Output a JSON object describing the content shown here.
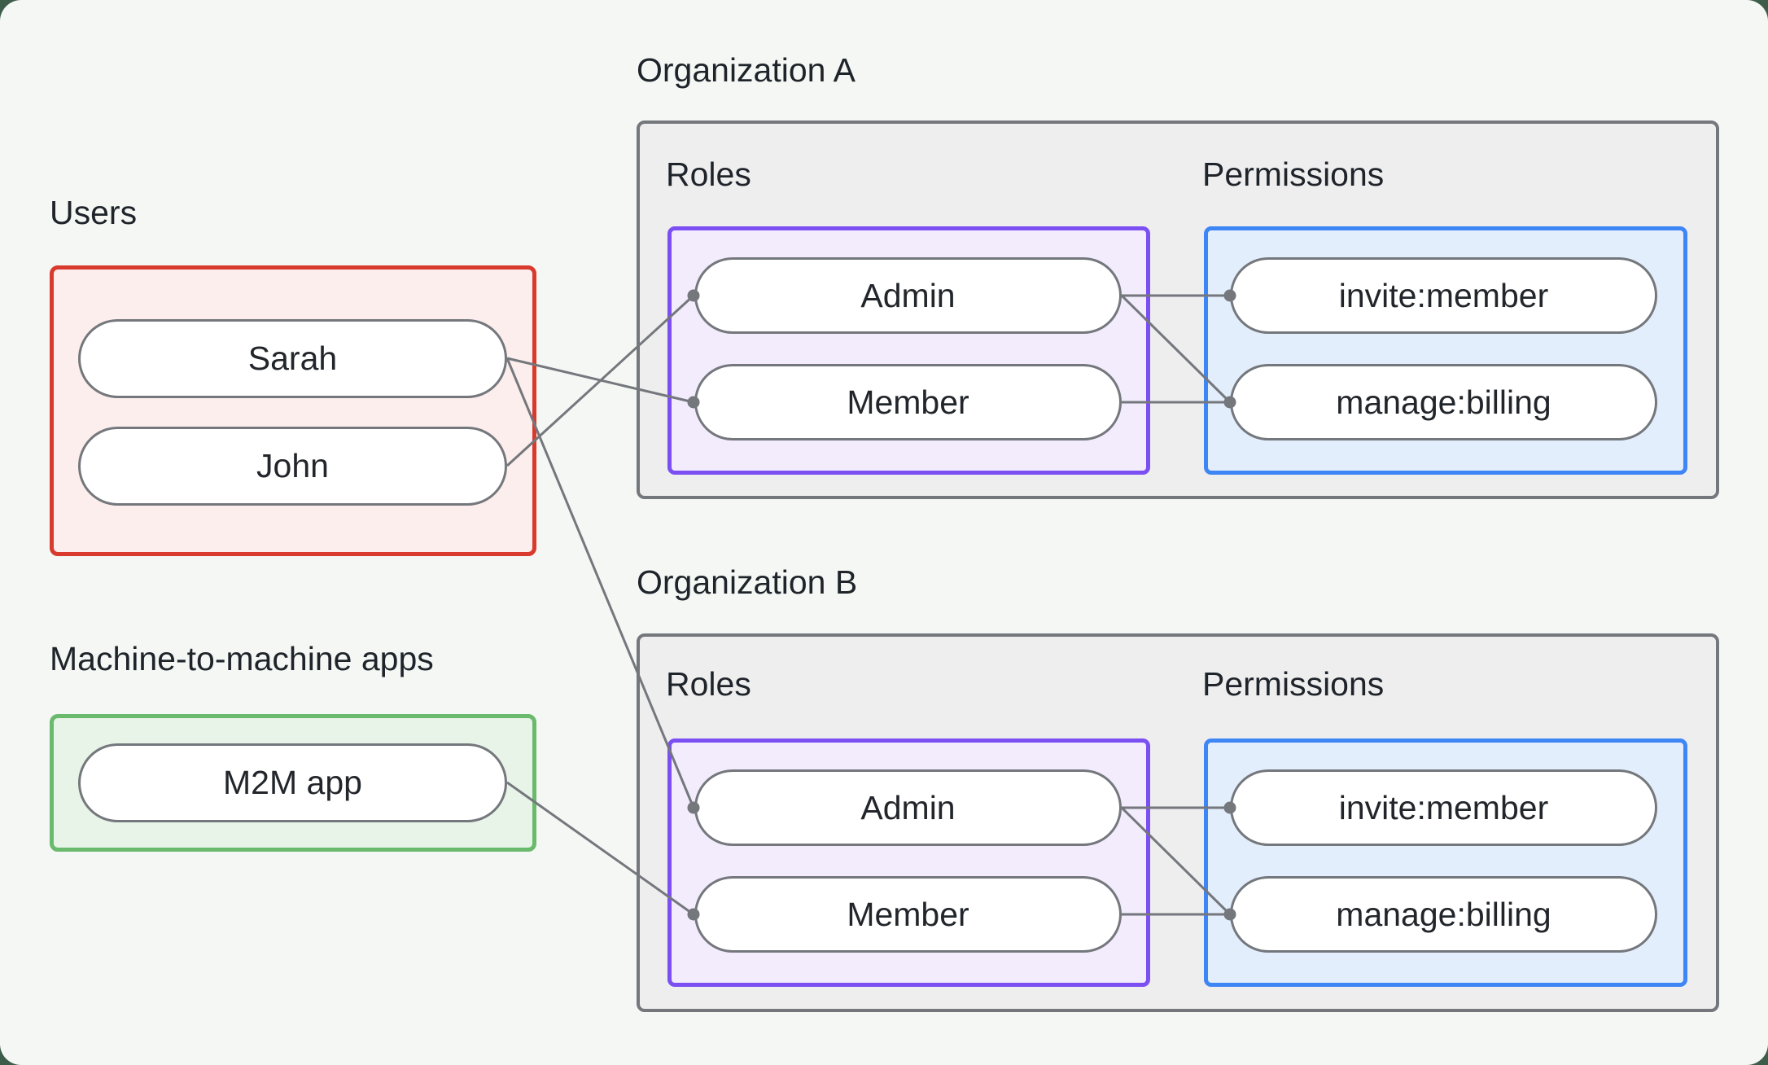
{
  "users_section": {
    "label": "Users",
    "users": [
      {
        "name": "Sarah"
      },
      {
        "name": "John"
      }
    ]
  },
  "m2m_section": {
    "label": "Machine-to-machine apps",
    "apps": [
      {
        "name": "M2M app"
      }
    ]
  },
  "organizations": [
    {
      "title": "Organization A",
      "roles_label": "Roles",
      "roles": [
        {
          "name": "Admin"
        },
        {
          "name": "Member"
        }
      ],
      "permissions_label": "Permissions",
      "permissions": [
        {
          "name": "invite:member"
        },
        {
          "name": "manage:billing"
        }
      ]
    },
    {
      "title": "Organization B",
      "roles_label": "Roles",
      "roles": [
        {
          "name": "Admin"
        },
        {
          "name": "Member"
        }
      ],
      "permissions_label": "Permissions",
      "permissions": [
        {
          "name": "invite:member"
        },
        {
          "name": "manage:billing"
        }
      ]
    }
  ],
  "connections": [
    {
      "from": "Sarah",
      "to": "Organization A / Member"
    },
    {
      "from": "John",
      "to": "Organization A / Admin"
    },
    {
      "from": "Sarah",
      "to": "Organization B / Admin"
    },
    {
      "from": "M2M app",
      "to": "Organization B / Member"
    },
    {
      "from": "Organization A / Admin",
      "to": "Organization A / invite:member"
    },
    {
      "from": "Organization A / Admin",
      "to": "Organization A / manage:billing"
    },
    {
      "from": "Organization A / Member",
      "to": "Organization A / manage:billing"
    },
    {
      "from": "Organization B / Admin",
      "to": "Organization B / invite:member"
    },
    {
      "from": "Organization B / Admin",
      "to": "Organization B / manage:billing"
    },
    {
      "from": "Organization B / Member",
      "to": "Organization B / manage:billing"
    }
  ],
  "colors": {
    "page_background": "#3d5c4a",
    "canvas_background": "#f4f7f4",
    "users_border": "#d93a2e",
    "users_fill": "#fceeec",
    "m2m_border": "#6aba6e",
    "m2m_fill": "#e9f4e9",
    "org_border": "#74777c",
    "org_fill": "#eeeeef",
    "roles_border": "#7b4ff2",
    "roles_fill": "#f2ecfd",
    "permissions_border": "#3e86f5",
    "permissions_fill": "#e3eefc",
    "node_border": "#74777c",
    "node_fill": "#ffffff",
    "edge_color": "#74777c",
    "text_color": "#1f242a"
  }
}
